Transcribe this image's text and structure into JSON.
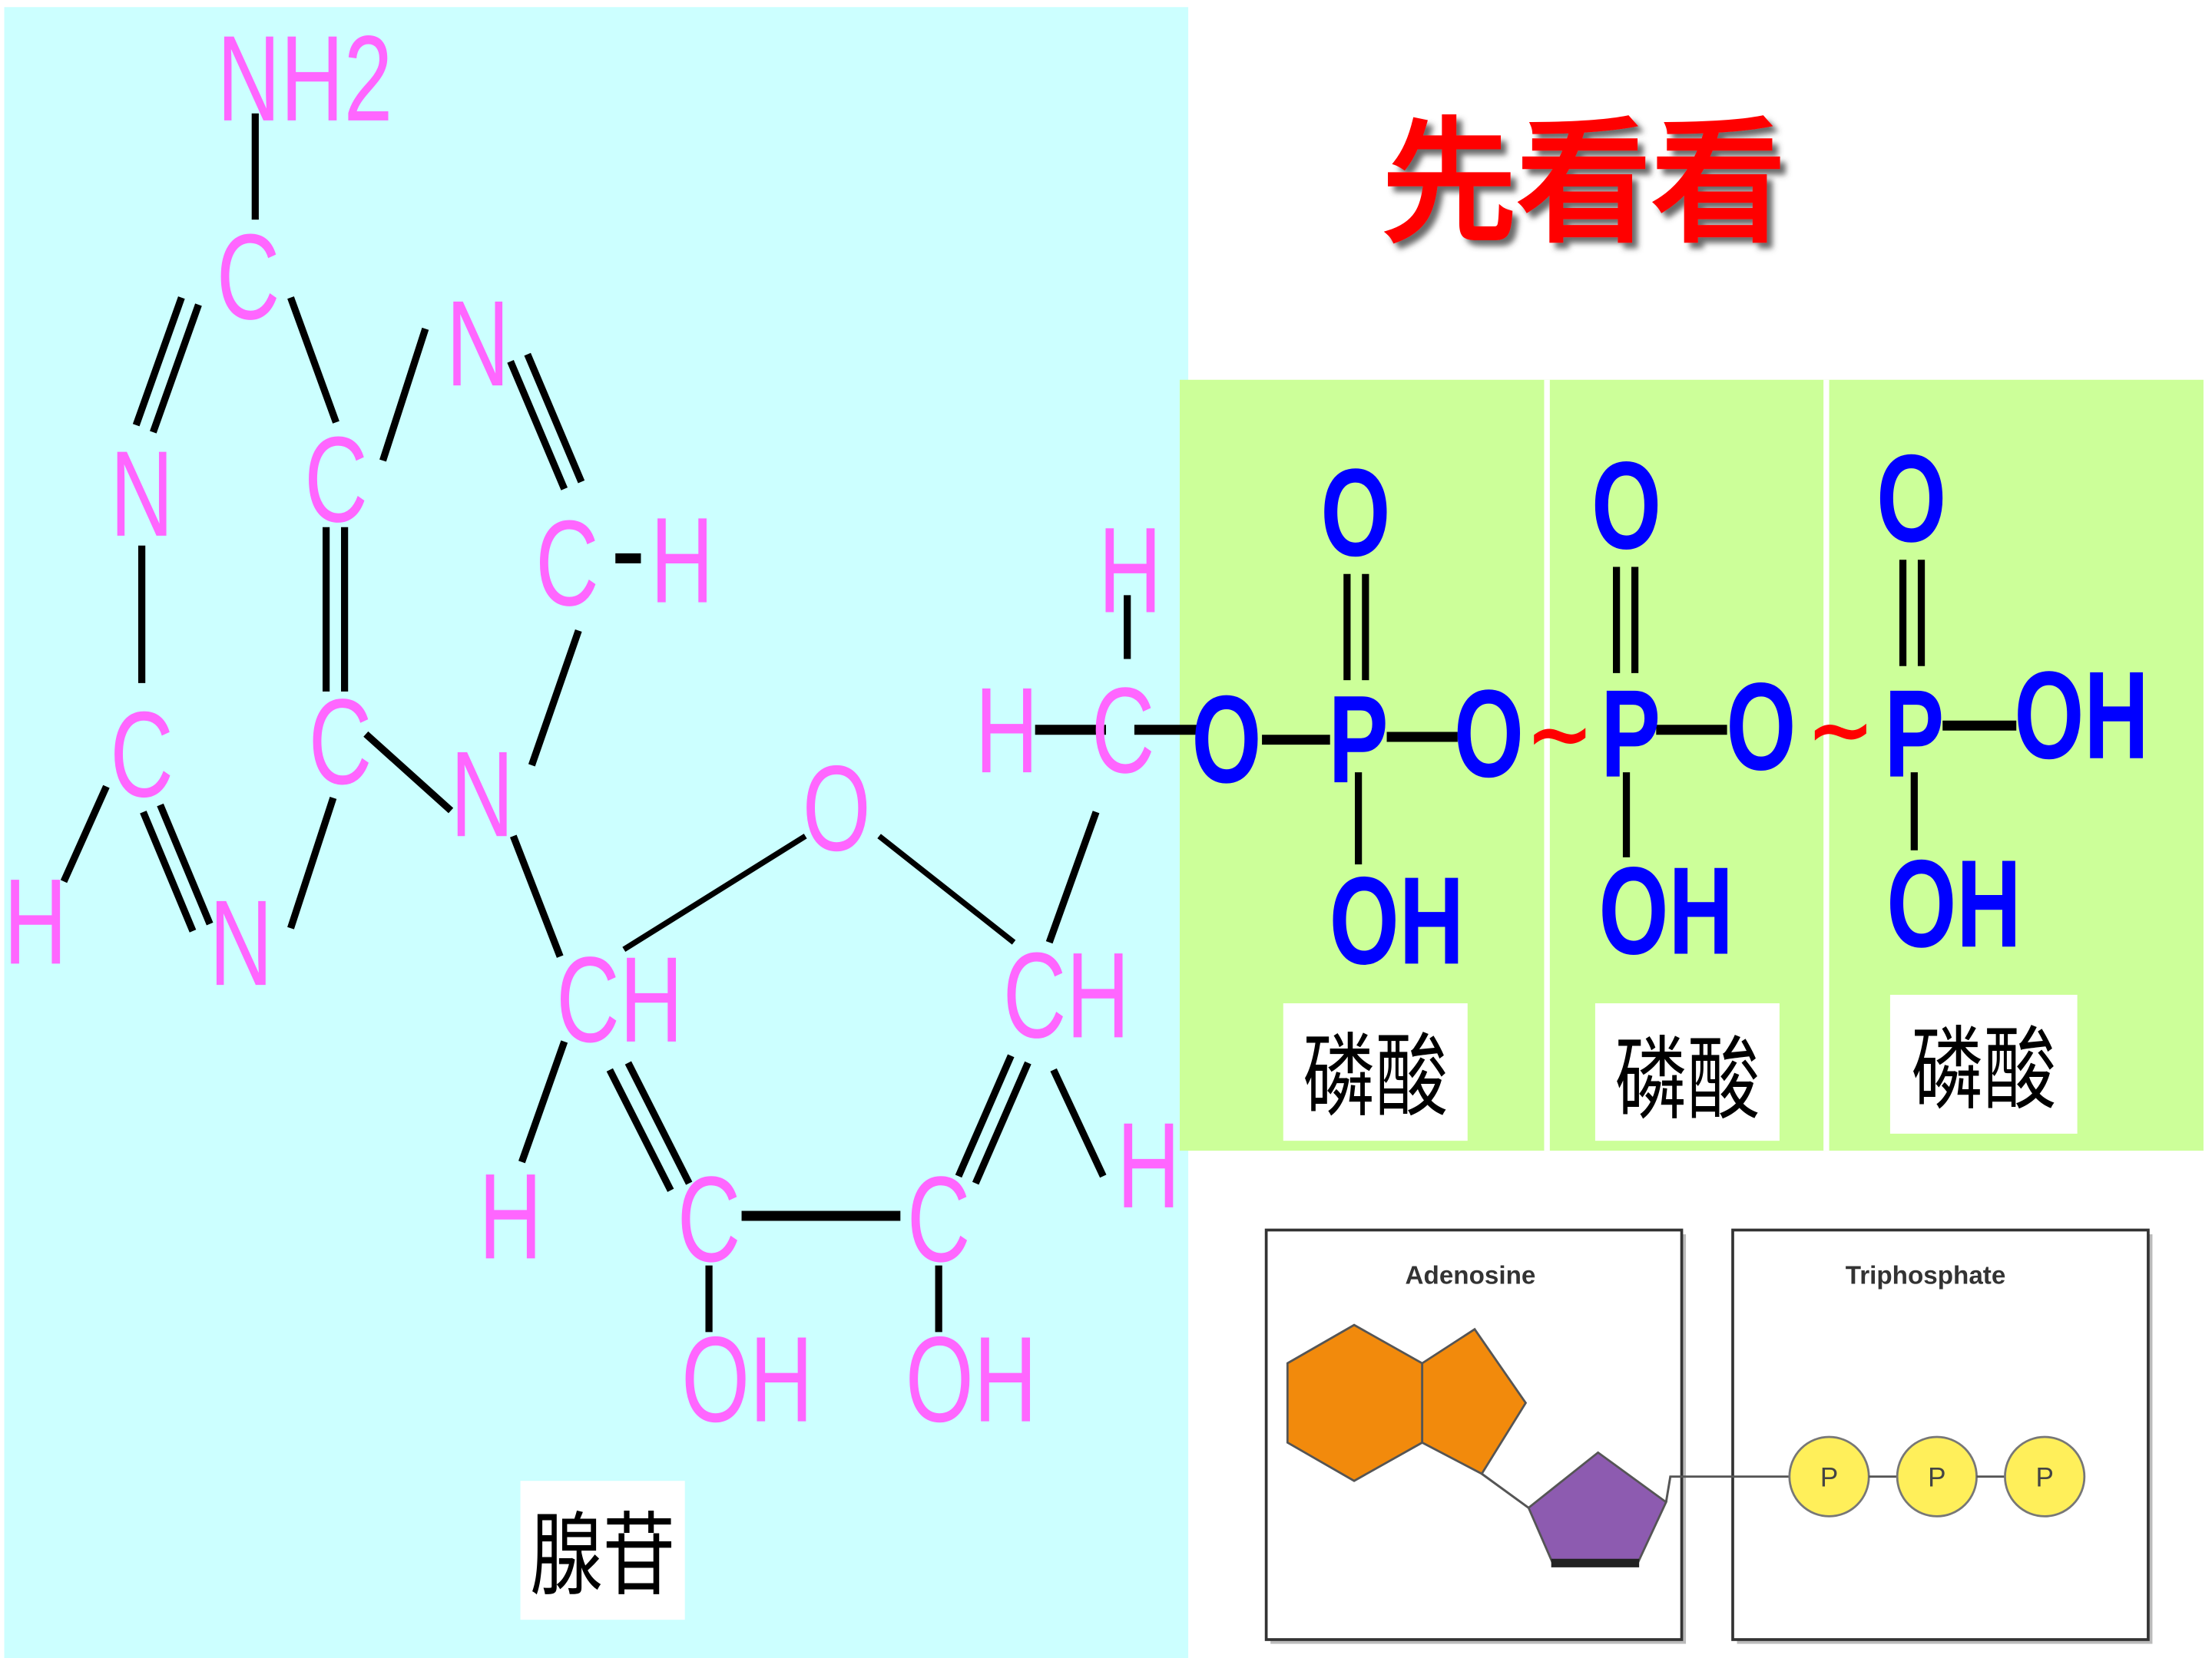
{
  "slide": {
    "title": "先看看"
  },
  "adenosine": {
    "label": "腺苷",
    "atoms": {
      "amino": "NH2",
      "c6": "C",
      "n1": "N",
      "c2": "C",
      "h2": "H",
      "n3": "N",
      "c5": "C",
      "c4": "C",
      "n7": "N",
      "c8": "C",
      "h8": "H",
      "n9": "N",
      "c1_prime": "CH",
      "o4_prime": "O",
      "c4_prime": "CH",
      "h1_prime": "H",
      "c2_prime": "C",
      "c3_prime": "C",
      "h4_prime": "H",
      "oh2_prime": "OH",
      "oh3_prime": "OH",
      "h5_prime_top": "H",
      "c5_prime": "C",
      "h5_prime_left": "H"
    }
  },
  "phosphates": {
    "groups": [
      {
        "label": "磷酸",
        "link_oxygen": "O",
        "phosphorus": "P",
        "double_oxygen": "O",
        "lower_hydroxyl": "OH"
      },
      {
        "label": "磷酸",
        "link_oxygen": "O",
        "phosphorus": "P",
        "double_oxygen": "O",
        "lower_hydroxyl": "OH"
      },
      {
        "label": "磷酸",
        "link_oxygen": "O",
        "phosphorus": "P",
        "double_oxygen": "O",
        "lower_hydroxyl": "OH",
        "terminal_hydroxyl": "OH"
      }
    ],
    "high_energy_bonds": [
      "~",
      "~"
    ]
  },
  "schematic": {
    "adenosine_title": "Adenosine",
    "triphosphate_title": "Triphosphate",
    "phosphate_labels": [
      "P",
      "P",
      "P"
    ]
  },
  "colors": {
    "adenosine_panel": "#ccffff",
    "phosphate_panel": "#ccff99",
    "adenosine_atoms": "#ff66ff",
    "phosphate_atoms": "#0000ff",
    "title": "#ff0000",
    "high_energy_bond": "#ff0000",
    "adenine_shape": "#f28a0c",
    "ribose_shape": "#8d5bb0",
    "phosphate_shape": "#ffef5a"
  }
}
